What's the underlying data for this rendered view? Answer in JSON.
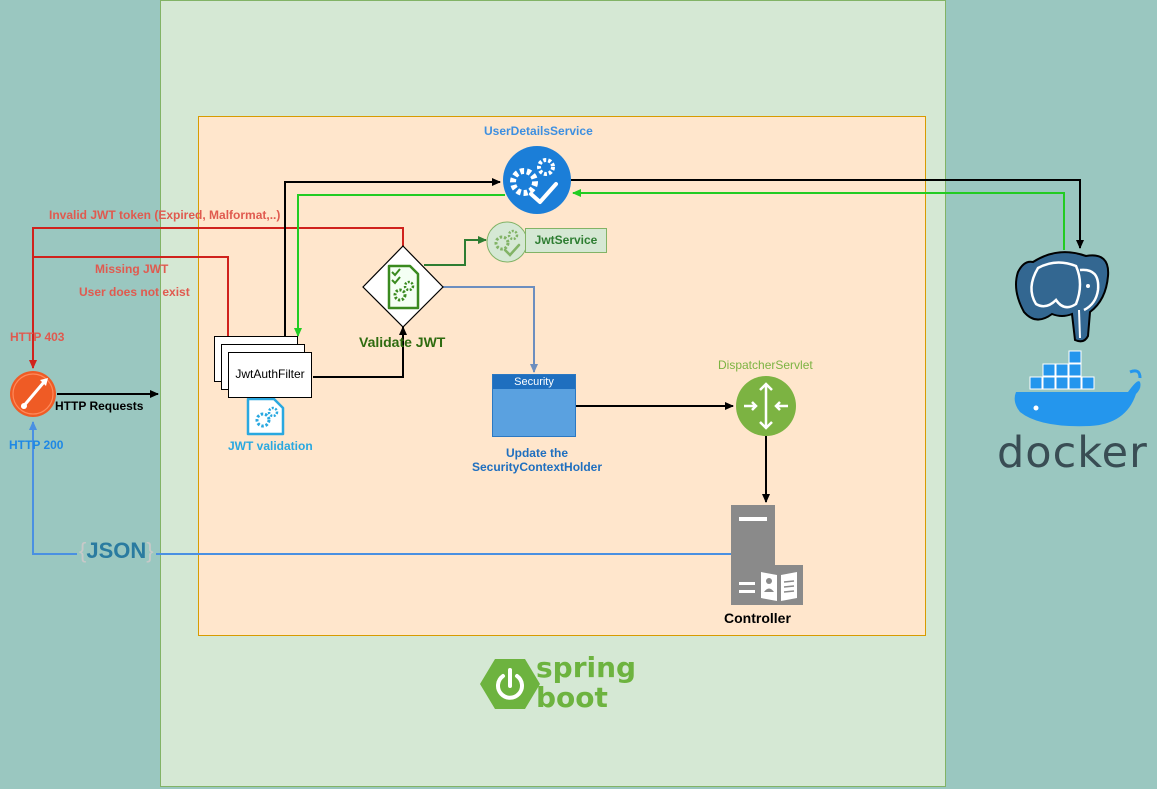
{
  "zones": {
    "spring_boot": {
      "fill": "#d5e8d4",
      "stroke": "#82b366"
    },
    "application": {
      "fill": "#ffe6cc",
      "stroke": "#d79b00"
    }
  },
  "labels": {
    "invalid_token": "Invalid JWT token (Expired, Malformat,..)",
    "missing_jwt": "Missing JWT",
    "user_not_exist": "User does not exist",
    "http_403": "HTTP 403",
    "http_200": "HTTP 200",
    "http_requests": "HTTP Requests",
    "jwt_validation": "JWT validation",
    "validate_jwt": "Validate JWT",
    "update_context_line1": "Update the",
    "update_context_line2": "SecurityContextHolder",
    "controller": "Controller"
  },
  "components": {
    "user_details_service": "UserDetailsService",
    "jwt_service": "JwtService",
    "jwt_auth_filter": "JwtAuthFilter",
    "security": "Security",
    "dispatcher_servlet": "DispatcherServlet"
  },
  "json_tag": {
    "open": "{",
    "text": "JSON",
    "close": "}"
  },
  "branding": {
    "spring_line1": "spring",
    "spring_line2": "boot",
    "docker": "docker"
  },
  "icons": [
    "postman-icon",
    "jwt-validation-gear-icon",
    "user-details-gear-icon",
    "jwt-service-gear-icon",
    "validate-jwt-diamond-icon",
    "security-shield-icon",
    "dispatcher-servlet-router-icon",
    "controller-server-icon",
    "spring-boot-power-icon",
    "postgresql-elephant-icon",
    "docker-whale-icon"
  ],
  "colors": {
    "error": "#e05a4f",
    "error_line": "#d0221c",
    "success": "#1e88e5",
    "green_line": "#22cc22",
    "blue_line": "#6c8ebf",
    "spring_green": "#6db33f",
    "docker_blue": "#2496ed"
  }
}
